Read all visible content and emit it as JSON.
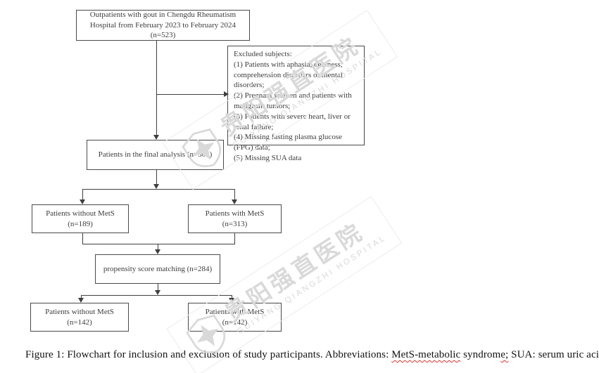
{
  "caption": {
    "seg1": "Figure 1: Flowchart for inclusion and exclusion of study participants. Abbreviations: ",
    "seg2": "MetS-metabolic",
    "seg3": " syndrom",
    "seg4": "e;",
    "seg5": " SUA: serum uric acid."
  },
  "flowchart": {
    "boxes": {
      "source": {
        "text": "Outpatients with gout in Chengdu Rheumatism Hospital from February 2023 to February 2024 (n=523)"
      },
      "excluded": {
        "title": "Excluded subjects:",
        "items": [
          "(1) Patients with aphasia, deafness, comprehension disorders or mental disorders;",
          "(2) Pregnant women and patients with malignant tumors;",
          "(3) Patients with severe heart, liver or renal failure;",
          "(4) Missing fasting plasma glucose (FPG) data;",
          "(5) Missing SUA data"
        ]
      },
      "final_analysis": {
        "text": "Patients in the final analysis (n=502)"
      },
      "without_mets": {
        "text": "Patients without MetS (n=189)"
      },
      "with_mets": {
        "text": "Patients with MetS (n=313)"
      },
      "psm": {
        "text": "propensity score matching (n=284)"
      },
      "without_mets_matched": {
        "text": "Patients without MetS (n=142)"
      },
      "with_mets_matched": {
        "text": "Patients with MetS (n=142)"
      }
    }
  },
  "watermark": {
    "chinese": "贵阳强直医院",
    "english": "GUIYANG QIANGZHI HOSPITAL"
  },
  "colors": {
    "line": "#3f3f3f",
    "box_border": "#4a4a4a",
    "box_text": "#3d3d3d",
    "caption_text": "#121212",
    "watermark": "#d9d9d9",
    "spellcheck_red": "#e0312e"
  }
}
